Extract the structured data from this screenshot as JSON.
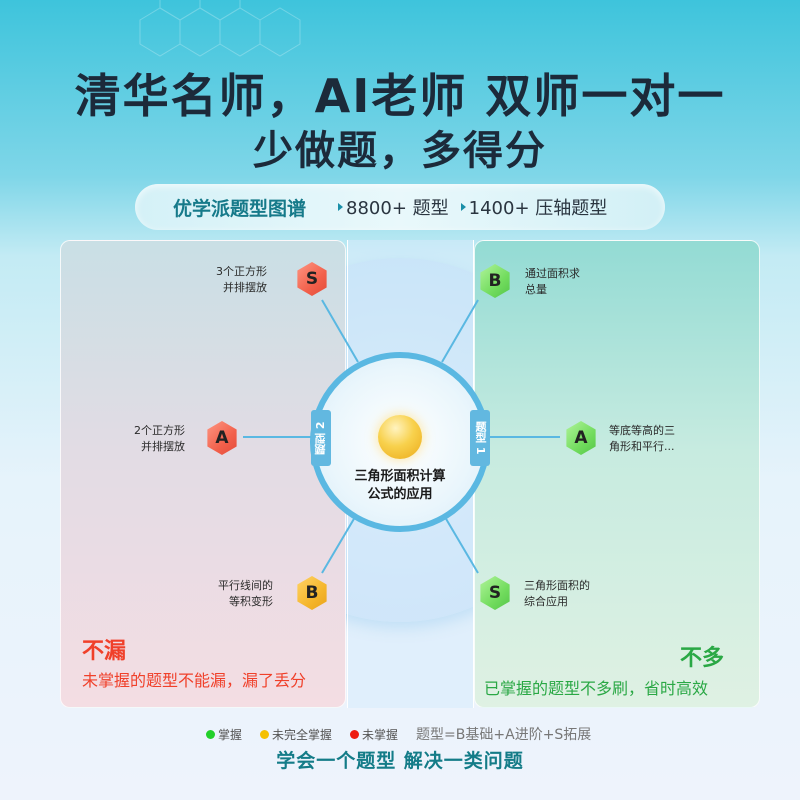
{
  "header": {
    "title_line1": "清华名师，AI老师 双师一对一",
    "title_line2": "少做题，多得分"
  },
  "pill": {
    "brand": "优学派题型图谱",
    "stats": [
      "8800+ 题型",
      "1400+ 压轴题型"
    ]
  },
  "diagram": {
    "center_label_line1": "三角形面积计算",
    "center_label_line2": "公式的应用",
    "tag_left": "题型 2",
    "tag_right": "题型 1",
    "left_nodes": [
      {
        "level": "S",
        "status": "未掌握",
        "line1": "3个正方形",
        "line2": "并排摆放"
      },
      {
        "level": "A",
        "status": "未掌握",
        "line1": "2个正方形",
        "line2": "并排摆放"
      },
      {
        "level": "B",
        "status": "未完全掌握",
        "line1": "平行线间的",
        "line2": "等积变形"
      }
    ],
    "right_nodes": [
      {
        "level": "B",
        "status": "掌握",
        "line1": "通过面积求",
        "line2": "总量"
      },
      {
        "level": "A",
        "status": "掌握",
        "line1": "等底等高的三",
        "line2": "角形和平行..."
      },
      {
        "level": "S",
        "status": "掌握",
        "line1": "三角形面积的",
        "line2": "综合应用"
      }
    ]
  },
  "left_panel": {
    "title": "不漏",
    "subtitle": "未掌握的题型不能漏，漏了丢分",
    "color": "#f0402a"
  },
  "right_panel": {
    "title": "不多",
    "subtitle": "已掌握的题型不多刷，省时高效",
    "color": "#2aa845"
  },
  "legend": {
    "items": [
      {
        "label": "掌握",
        "color": "#22d02a"
      },
      {
        "label": "未完全掌握",
        "color": "#f5c000"
      },
      {
        "label": "未掌握",
        "color": "#ee1c10"
      }
    ],
    "description": "题型=B基础+A进阶+S拓展"
  },
  "footer": {
    "slogan": "学会一个题型  解决一类问题"
  }
}
